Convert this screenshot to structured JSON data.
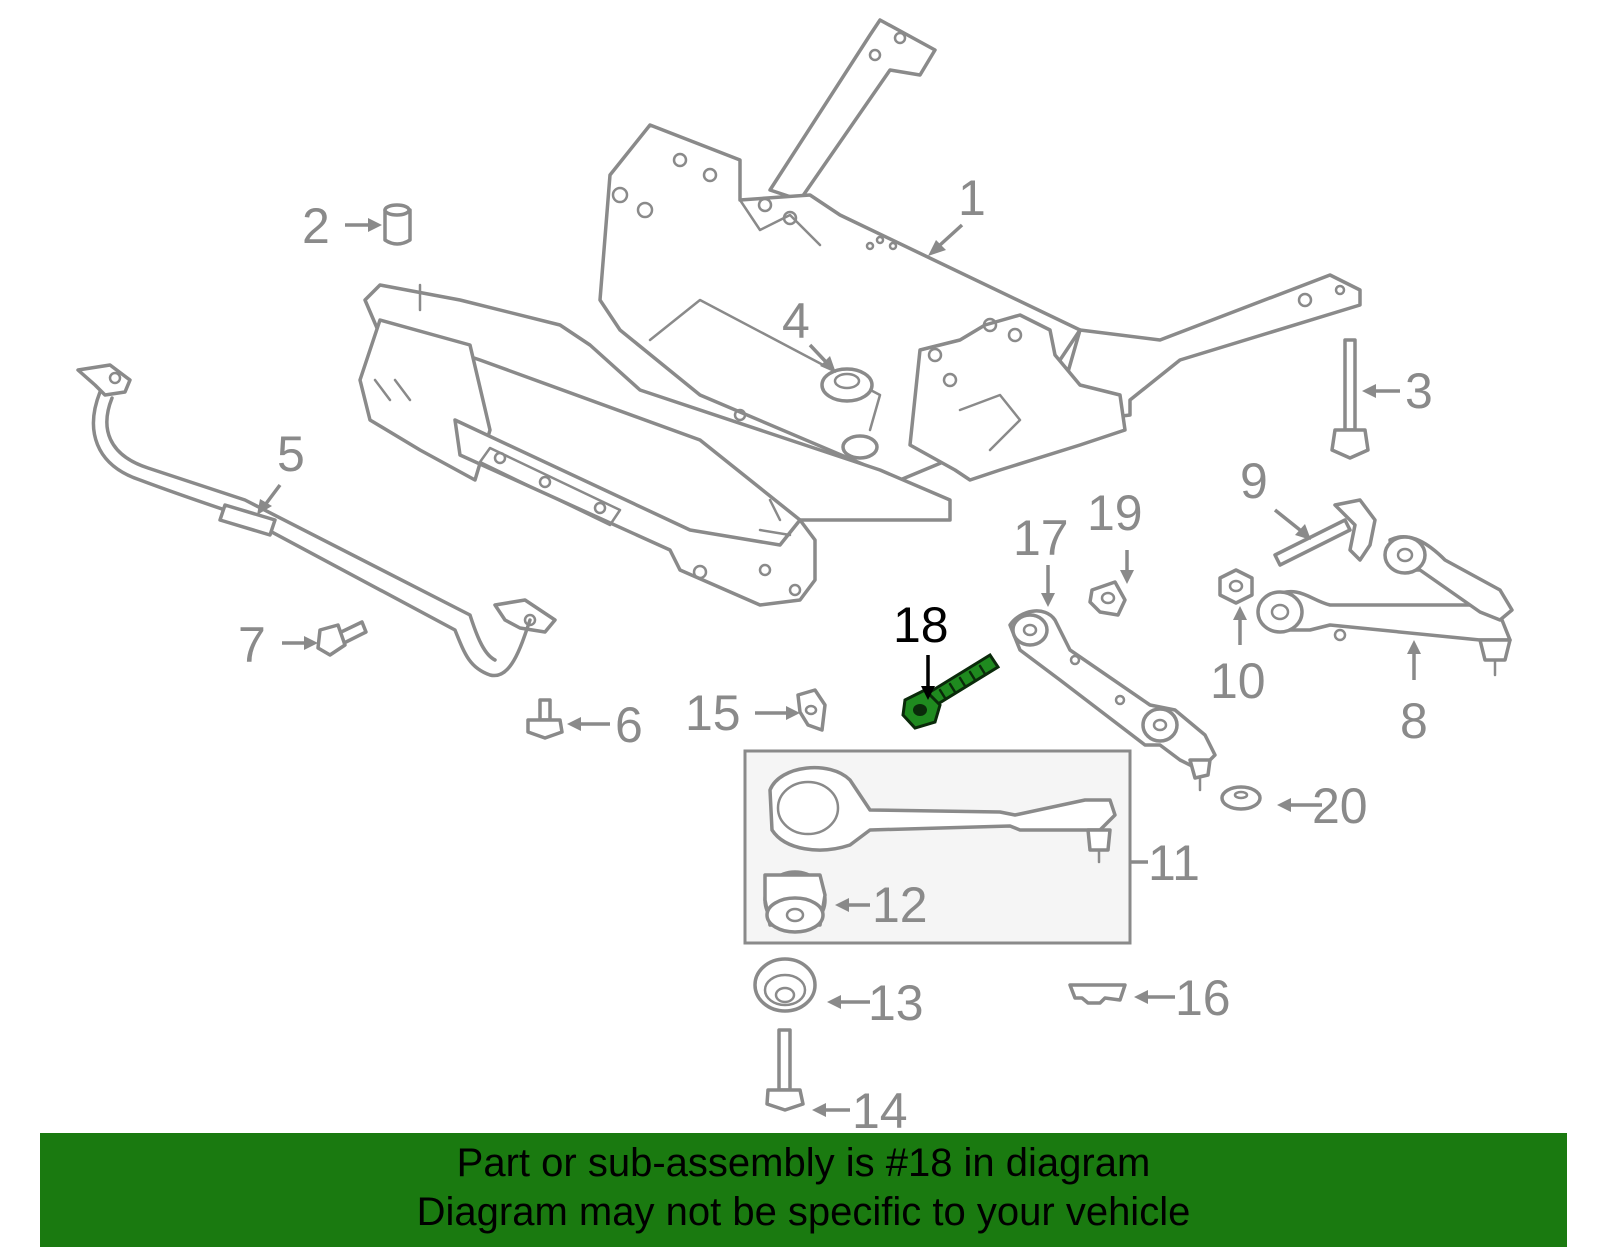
{
  "callouts": {
    "c1": "1",
    "c2": "2",
    "c3": "3",
    "c4": "4",
    "c5": "5",
    "c6": "6",
    "c7": "7",
    "c8": "8",
    "c9": "9",
    "c10": "10",
    "c11": "11",
    "c12": "12",
    "c13": "13",
    "c14": "14",
    "c15": "15",
    "c16": "16",
    "c17": "17",
    "c18": "18",
    "c19": "19",
    "c20": "20"
  },
  "highlighted_part": "18",
  "colors": {
    "line": "#8a8a8a",
    "highlight_part": "#1f8a1f",
    "banner_bg": "#1a7a10",
    "banner_text": "#000000"
  },
  "banner": {
    "line1": "Part or sub-assembly is #18 in diagram",
    "line2": "Diagram may not be specific to your vehicle"
  }
}
